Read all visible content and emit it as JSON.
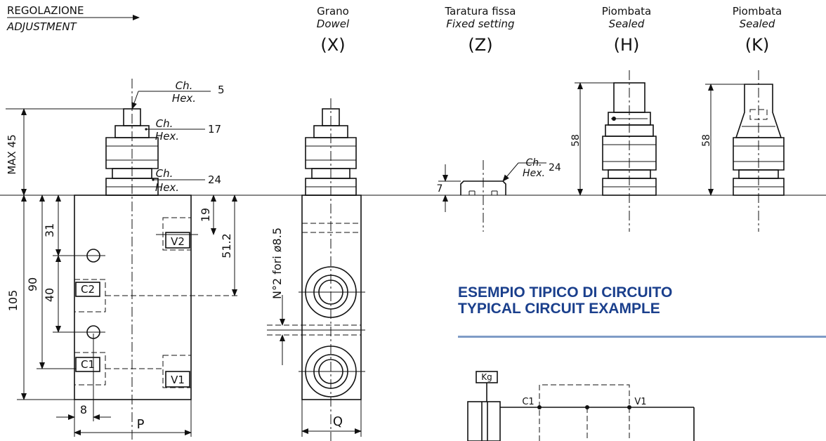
{
  "header": {
    "adjustment_it": "REGOLAZIONE",
    "adjustment_en": "ADJUSTMENT",
    "options": [
      {
        "it": "Grano",
        "en": "Dowel",
        "code": "(X)"
      },
      {
        "it": "Taratura fissa",
        "en": "Fixed setting",
        "code": "(Z)"
      },
      {
        "it": "Piombata",
        "en": "Sealed",
        "code": "(H)"
      },
      {
        "it": "Piombata",
        "en": "Sealed",
        "code": "(K)"
      }
    ]
  },
  "hex": {
    "ch": "Ch.",
    "hex": "Hex.",
    "s1": "5",
    "s2": "17",
    "s3": "24",
    "z": "24"
  },
  "dims": {
    "max45": "MAX 45",
    "d105": "105",
    "d90": "90",
    "d31": "31",
    "d40": "40",
    "d19": "19",
    "d512": "51.2",
    "d8": "8",
    "P": "P",
    "Q": "Q",
    "holes": "N°2 fori ø8.5",
    "d7": "7",
    "h58": "58",
    "k58": "58"
  },
  "ports": {
    "v2": "V2",
    "c2": "C2",
    "c1": "C1",
    "v1": "V1"
  },
  "circuit": {
    "title_it": "ESEMPIO TIPICO DI CIRCUITO",
    "title_en": "TYPICAL CIRCUIT EXAMPLE",
    "kg": "Kg",
    "c1": "C1",
    "v1": "V1"
  }
}
